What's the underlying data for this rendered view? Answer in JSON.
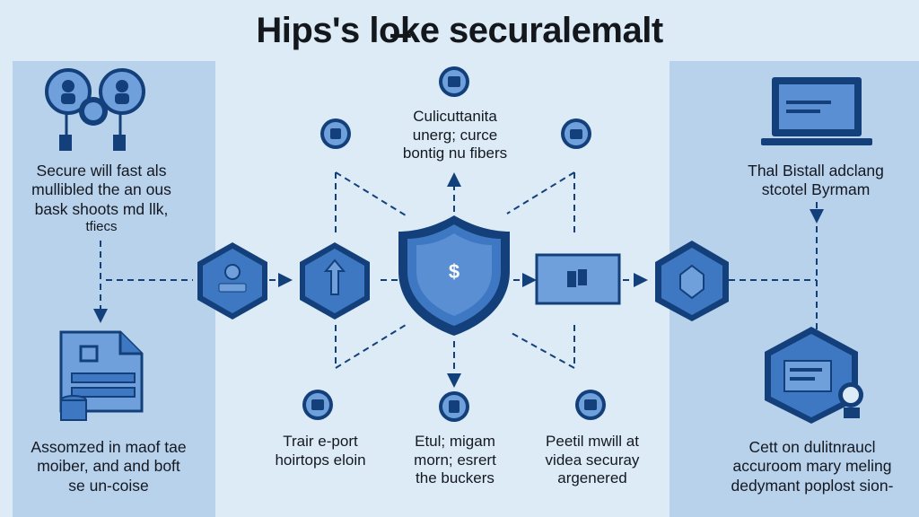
{
  "title": "Hips's lo̶ke securalemalt",
  "center_label": [
    "Culicuttanita",
    "unerg; curce",
    "bontig nu fibers"
  ],
  "left_top_text": [
    "Secure will fast als",
    "mullibled the an ous",
    "bask shoots md llk,",
    "tfiecs"
  ],
  "left_bottom_text": [
    "Assomzed in maof tae",
    "moiber, and and boft",
    "se un-coise"
  ],
  "bottom_mid_left_text": [
    "Trair e-port",
    "hoirtops eloin"
  ],
  "bottom_center_text": [
    "Etul; migam",
    "morn; esrert",
    "the buckers"
  ],
  "bottom_mid_right_text": [
    "Peetil mwill at",
    "videa securay",
    "argenered"
  ],
  "right_top_text": [
    "Thal Bistall adclang",
    "stcotel Byrmam"
  ],
  "right_bottom_text": [
    "Cett on dulitnraucl",
    "accuroom mary meling",
    "dedymant poplost sion-"
  ],
  "shield_symbol": "$",
  "colors": {
    "dark": "#13407a",
    "mid": "#3f78c2",
    "light": "#6fa0dc",
    "panel": "#b8d2ec",
    "bg": "#dcebf6"
  }
}
